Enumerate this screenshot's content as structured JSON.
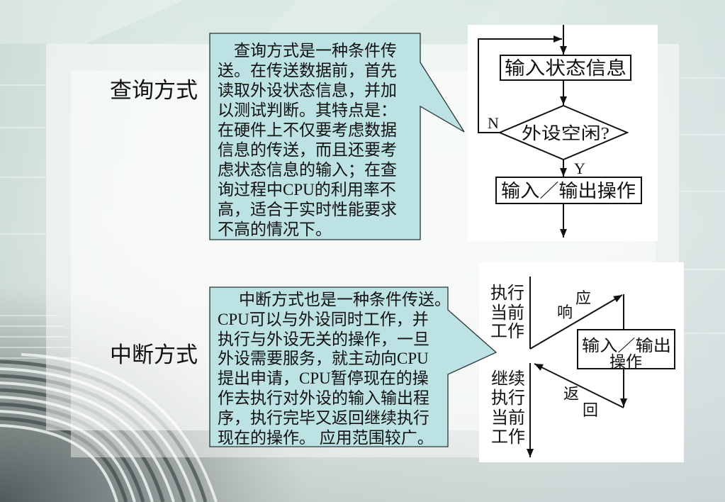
{
  "slide": {
    "polling": {
      "label": "查询方式",
      "description_lines": [
        "查询方式是一种条件传",
        "送。在传送数据前，首先",
        "读取外设状态信息，并加",
        "以测试判断。其特点是：",
        "在硬件上不仅要考虑数据",
        "信息的传送，而且还要考",
        "虑状态信息的输入；在查",
        "询过程中CPU的利用率不",
        "高，适合于实时性能要求",
        "不高的情况下。"
      ],
      "flowchart": {
        "read_status_box": "输入状态信息",
        "decision": "外设空闲?",
        "no_label": "N",
        "yes_label": "Y",
        "io_box": "输入／输出操作"
      }
    },
    "interrupt": {
      "label": "中断方式",
      "description_lines": [
        "中断方式也是一种条件传送。",
        "CPU可以与外设同时工作，并",
        "执行与外设无关的操作，一旦",
        "外设需要服务，就主动向CPU",
        "提出申请，CPU暂停现在的操",
        "作去执行对外设的输入输出程",
        "序，执行完毕又返回继续执行",
        "现在的操作。 应用范围较广。"
      ],
      "flowchart": {
        "current_work": [
          "执行",
          "当前",
          "工作"
        ],
        "respond": [
          "响",
          "应"
        ],
        "io_box": [
          "输入／输出",
          "操作"
        ],
        "return": [
          "返",
          "回"
        ],
        "continue_work": [
          "继续",
          "执行",
          "当前",
          "工作"
        ]
      }
    }
  },
  "colors": {
    "callout_fill": "#bde2e3",
    "callout_border": "#2a3535",
    "text": "#111111",
    "flowchart_bg": "#ffffff"
  }
}
